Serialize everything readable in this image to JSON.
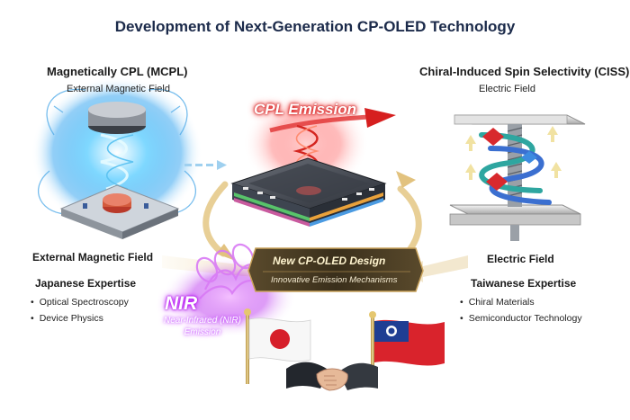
{
  "title": "Development of Next-Generation CP-OLED Technology",
  "left_module": {
    "heading": "Magnetically CPL (MCPL)",
    "subheading": "External Magnetic Field",
    "bottom_label": "External Magnetic Field"
  },
  "right_module": {
    "heading": "Chiral-Induced Spin Selectivity (CISS)",
    "subheading": "Electric Field",
    "bottom_label": "Electric Field"
  },
  "center": {
    "emission_label": "CPL Emission",
    "banner_title": "New CP-OLED Design",
    "banner_subtitle": "Innovative Emission Mechanisms"
  },
  "nir": {
    "label": "NIR",
    "sub_line1": "Near-Infrared (NIR)",
    "sub_line2": "Emission"
  },
  "japan": {
    "heading": "Japanese Expertise",
    "items": [
      "Optical Spectroscopy",
      "Device Physics"
    ]
  },
  "taiwan": {
    "heading": "Taiwanese Expertise",
    "items": [
      "Chiral Materials",
      "Semiconductor Technology"
    ]
  },
  "colors": {
    "title": "#1b2a4a",
    "cpl_red": "#d61f1f",
    "nir_purple": "#c24cf0",
    "magnet_blue": "#3aa7f0",
    "banner_gold": "#c9a25a"
  }
}
